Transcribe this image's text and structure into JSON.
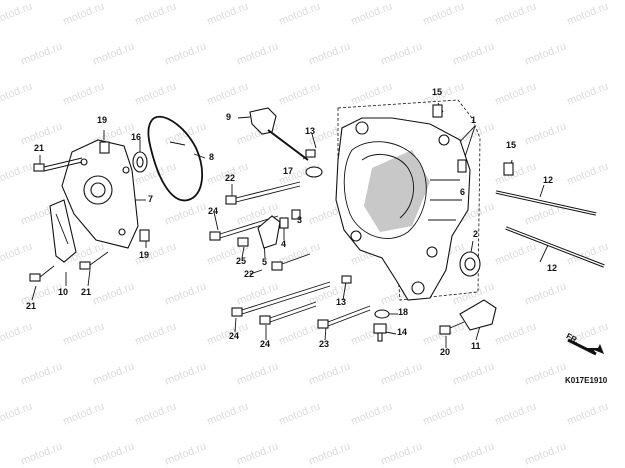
{
  "watermark": "motod.ru",
  "diagram_code": "K017E1910",
  "direction_label": "FR.",
  "callouts": {
    "c1": "1",
    "c2": "2",
    "c3": "3",
    "c4": "4",
    "c5": "5",
    "c6": "6",
    "c7": "7",
    "c8": "8",
    "c9": "9",
    "c10": "10",
    "c11": "11",
    "c12a": "12",
    "c12b": "12",
    "c13a": "13",
    "c13b": "13",
    "c14": "14",
    "c15a": "15",
    "c15b": "15",
    "c16": "16",
    "c17": "17",
    "c18": "18",
    "c19a": "19",
    "c19b": "19",
    "c20": "20",
    "c21a": "21",
    "c21b": "21",
    "c21c": "21",
    "c22a": "22",
    "c22b": "22",
    "c23": "23",
    "c24a": "24",
    "c24b": "24",
    "c24c": "24",
    "c25": "25"
  },
  "icons": {
    "direction_arrow": "fr-arrow-icon"
  }
}
